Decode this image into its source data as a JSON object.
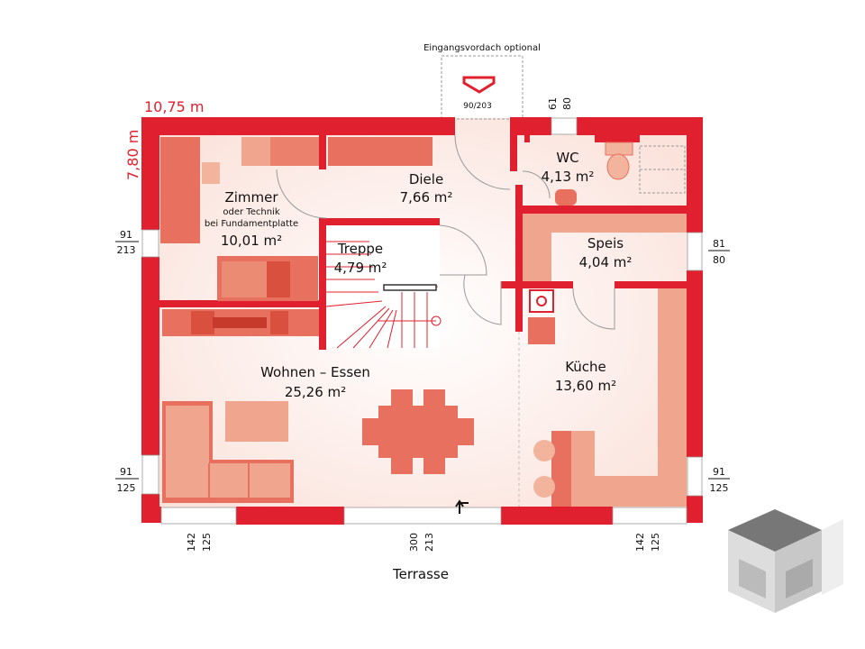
{
  "header": {
    "entry_canopy": "Eingangsvordach optional",
    "canopy_size": "90/203",
    "width_label": "10,75 m",
    "depth_label": "7,80 m"
  },
  "rooms": {
    "zimmer": {
      "name": "Zimmer",
      "note1": "oder Technik",
      "note2": "bei Fundamentplatte",
      "area": "10,01 m²"
    },
    "diele": {
      "name": "Diele",
      "area": "7,66 m²"
    },
    "wc": {
      "name": "WC",
      "area": "4,13 m²"
    },
    "treppe": {
      "name": "Treppe",
      "area": "4,79 m²"
    },
    "speis": {
      "name": "Speis",
      "area": "4,04 m²"
    },
    "wohnen": {
      "name": "Wohnen – Essen",
      "area": "25,26 m²"
    },
    "kueche": {
      "name": "Küche",
      "area": "13,60 m²"
    }
  },
  "dimensions": {
    "wc_window_w": "61",
    "wc_window_h": "80",
    "left_upper_w": "91",
    "left_upper_h": "213",
    "right_upper_w": "81",
    "right_upper_h": "80",
    "left_lower_w": "91",
    "left_lower_h": "125",
    "right_lower_w": "91",
    "right_lower_h": "125",
    "bottom_left_w": "142",
    "bottom_left_h": "125",
    "bottom_mid_w": "300",
    "bottom_mid_h": "213",
    "bottom_right_w": "142",
    "bottom_right_h": "125"
  },
  "footer": {
    "terrace": "Terrasse"
  },
  "colors": {
    "wall": "#e0202f",
    "furniture": "#e8705f",
    "furniture_light": "#f0a58e",
    "floor": "#fdf1ec"
  },
  "icons": {
    "logo": "cube-logo-icon",
    "entry": "entry-arrow-icon"
  }
}
